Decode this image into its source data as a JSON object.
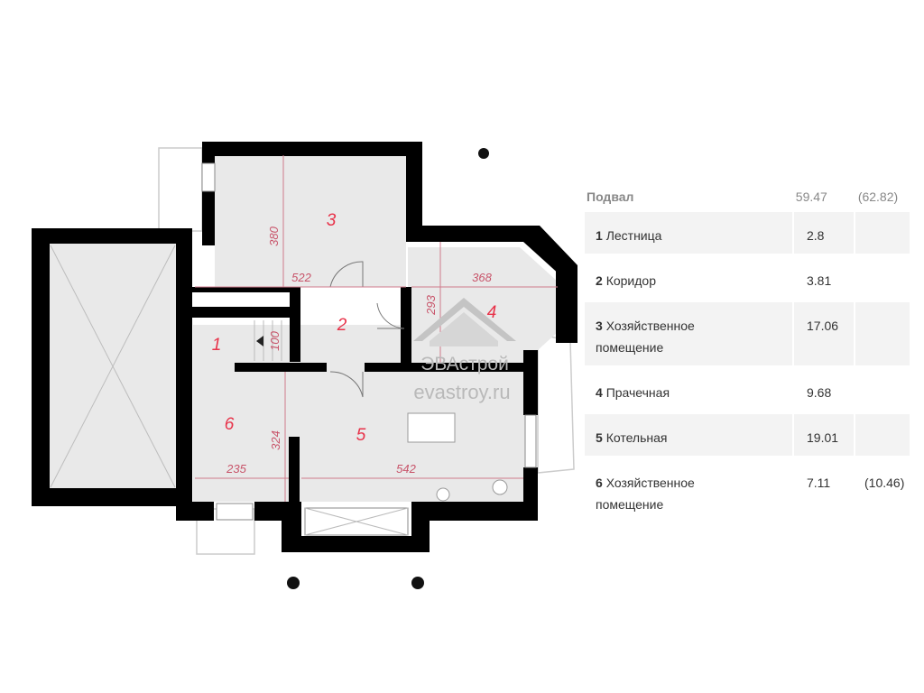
{
  "plan": {
    "rooms": [
      {
        "id": "1",
        "label": "1"
      },
      {
        "id": "2",
        "label": "2"
      },
      {
        "id": "3",
        "label": "3"
      },
      {
        "id": "4",
        "label": "4"
      },
      {
        "id": "5",
        "label": "5"
      },
      {
        "id": "6",
        "label": "6"
      }
    ],
    "dimensions": [
      "380",
      "522",
      "368",
      "293",
      "100",
      "324",
      "235",
      "542"
    ],
    "watermark": {
      "brand": "ЭВАстрой",
      "site": "evastroy.ru"
    }
  },
  "table": {
    "header": {
      "title": "Подвал",
      "area": "59.47",
      "area_alt": "(62.82)"
    },
    "rows": [
      {
        "num": "1",
        "name": "Лестница",
        "name2": "",
        "area": "2.8",
        "area_alt": ""
      },
      {
        "num": "2",
        "name": "Коридор",
        "name2": "",
        "area": "3.81",
        "area_alt": ""
      },
      {
        "num": "3",
        "name": "Хозяйственное",
        "name2": "помещение",
        "area": "17.06",
        "area_alt": ""
      },
      {
        "num": "4",
        "name": "Прачечная",
        "name2": "",
        "area": "9.68",
        "area_alt": ""
      },
      {
        "num": "5",
        "name": "Котельная",
        "name2": "",
        "area": "19.01",
        "area_alt": ""
      },
      {
        "num": "6",
        "name": "Хозяйственное",
        "name2": "помещение",
        "area": "7.11",
        "area_alt": "(10.46)"
      }
    ]
  },
  "colors": {
    "walls": "#000000",
    "floor": "#e9e9e9",
    "room_label": "#e8334a",
    "dimension": "#c8546a"
  }
}
